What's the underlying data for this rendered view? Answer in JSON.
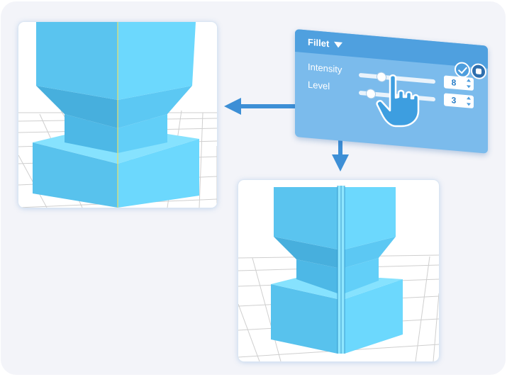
{
  "fillet_panel": {
    "title": "Fillet",
    "params": [
      {
        "label": "Intensity",
        "value": "8",
        "slider_fraction": 0.3
      },
      {
        "label": "Level",
        "value": "3",
        "slider_fraction": 0.16
      }
    ]
  },
  "colors": {
    "model_light": "#6cd8fd",
    "model_mid": "#58c2ed",
    "model_dark": "#3ea7d6",
    "panel_bg": "#7bbbec",
    "panel_header": "#4fa0df",
    "arrow": "#3d8fd6"
  },
  "icons": {
    "confirm": "check-circle-icon",
    "cancel": "stop-circle-icon",
    "cursor": "pointing-hand-icon",
    "dropdown": "chevron-down-icon"
  }
}
